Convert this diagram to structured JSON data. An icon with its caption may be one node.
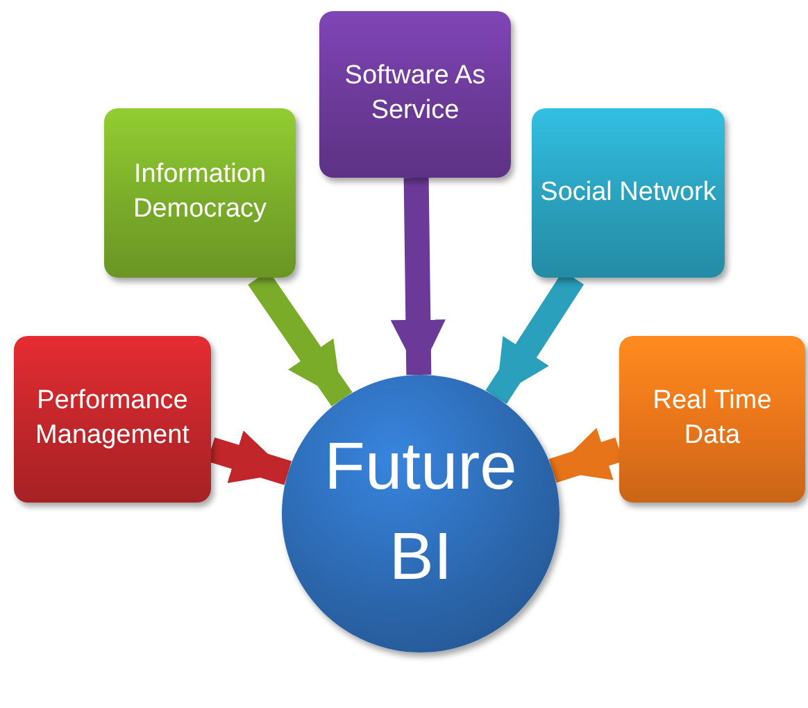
{
  "diagram": {
    "nodes": [
      {
        "text": [
          "Software As Service"
        ]
      },
      {
        "text": [
          "Information Democracy"
        ]
      },
      {
        "text": [
          "Social Network"
        ]
      },
      {
        "text": [
          "Performance Management"
        ]
      },
      {
        "text": [
          "Real Time Data"
        ]
      },
      {
        "text": [
          "Future BI"
        ]
      }
    ],
    "edges": [
      {
        "from": 0,
        "to": 5,
        "arrow": "to",
        "color": "#6b3a98"
      },
      {
        "from": 1,
        "to": 5,
        "arrow": "to",
        "color": "#7aac2a"
      },
      {
        "from": 2,
        "to": 5,
        "arrow": "to",
        "color": "#2aa0bd"
      },
      {
        "from": 3,
        "to": 5,
        "arrow": "to",
        "color": "#c0262a"
      },
      {
        "from": 4,
        "to": 5,
        "arrow": "to",
        "color": "#e8741a"
      }
    ]
  }
}
